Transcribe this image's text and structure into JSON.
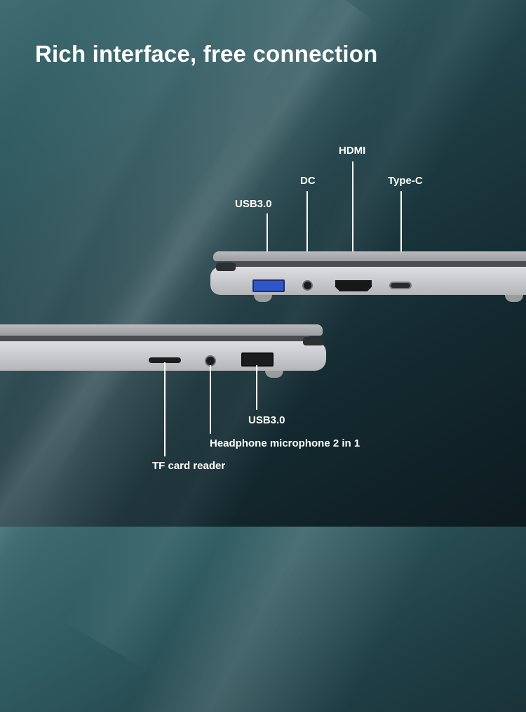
{
  "title": "Rich interface, free connection",
  "ports_top": {
    "usb_label": "USB3.0",
    "dc_label": "DC",
    "hdmi_label": "HDMI",
    "typec_label": "Type-C"
  },
  "ports_bottom": {
    "usb_label": "USB3.0",
    "headphone_label": "Headphone microphone 2 in 1",
    "tf_label": "TF card reader"
  },
  "colors": {
    "usb_blue": "#2f57c9",
    "text": "#ffffff"
  }
}
